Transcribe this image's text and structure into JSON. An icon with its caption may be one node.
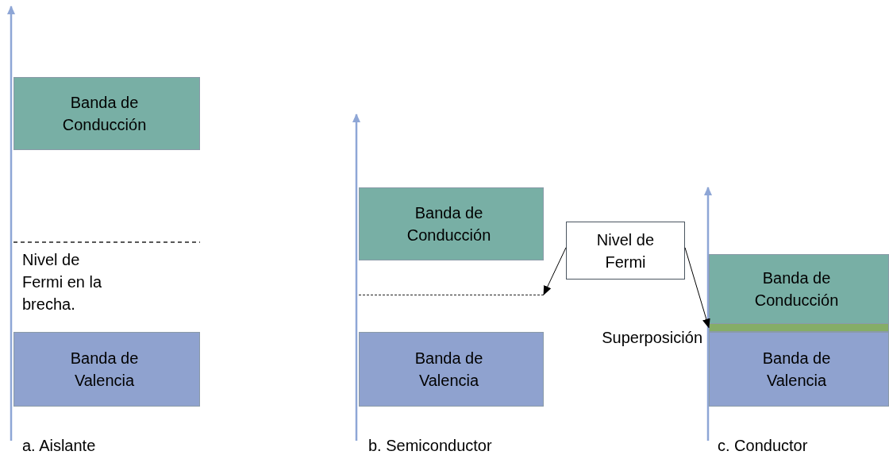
{
  "diagram": {
    "nodes": [
      {
        "text": [
          "Banda de Conducción"
        ]
      },
      {
        "text": [
          "Banda de Valencia"
        ]
      },
      {
        "text": [
          "Banda de Conducción"
        ]
      },
      {
        "text": [
          "Banda de Valencia"
        ]
      },
      {
        "text": [
          "Nivel de Fermi"
        ]
      },
      {
        "text": [],
        "shape": "line"
      },
      {
        "text": [
          "Banda de Conducción"
        ]
      },
      {
        "text": [],
        "shape": "bar"
      },
      {
        "text": [
          "Banda de Valencia"
        ]
      }
    ],
    "edges": [
      {
        "from": 4,
        "to": 5,
        "arrow": "to"
      },
      {
        "from": 4,
        "to": 7,
        "arrow": "to"
      }
    ],
    "labels": [
      "Nivel de Fermi en la brecha.",
      "Superposición",
      "a. Aislante",
      "b. Semiconductor",
      "c. Conductor"
    ]
  }
}
